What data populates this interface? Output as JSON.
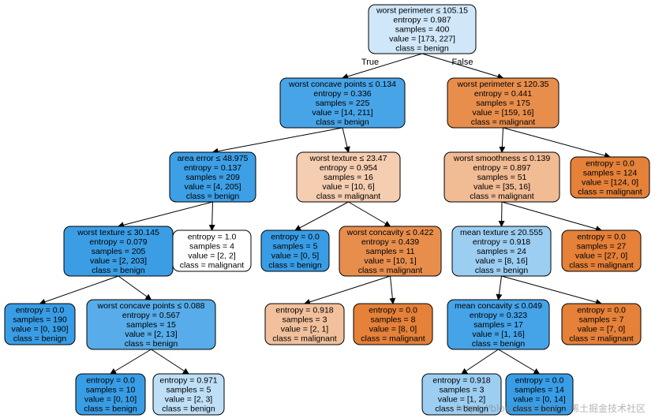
{
  "palette": {
    "blue": "#399de5",
    "orange": "#e58139",
    "edge": "#000000",
    "border": "#000000"
  },
  "edge_labels": {
    "true_label": "True",
    "false_label": "False"
  },
  "watermark": "https://blog.csdn.net/... 稀土掘金技术社区",
  "nodes": [
    {
      "id": "n0",
      "lines": [
        "worst perimeter ≤ 105.15",
        "entropy = 0.987",
        "samples = 400",
        "value = [173, 227]",
        "class = benign"
      ],
      "class": "benign",
      "purity": 0.24
    },
    {
      "id": "n1",
      "lines": [
        "worst concave points ≤ 0.134",
        "entropy = 0.336",
        "samples = 225",
        "value = [14, 211]",
        "class = benign"
      ],
      "class": "benign",
      "purity": 0.93
    },
    {
      "id": "n2",
      "lines": [
        "worst perimeter ≤ 120.35",
        "entropy = 0.441",
        "samples = 175",
        "value = [159, 16]",
        "class = malignant"
      ],
      "class": "malignant",
      "purity": 0.9
    },
    {
      "id": "n3",
      "lines": [
        "area error ≤ 48.975",
        "entropy = 0.137",
        "samples = 209",
        "value = [4, 205]",
        "class = benign"
      ],
      "class": "benign",
      "purity": 0.98
    },
    {
      "id": "n4",
      "lines": [
        "worst texture ≤ 23.47",
        "entropy = 0.954",
        "samples = 16",
        "value = [10, 6]",
        "class = malignant"
      ],
      "class": "malignant",
      "purity": 0.4
    },
    {
      "id": "n5",
      "lines": [
        "worst smoothness ≤ 0.139",
        "entropy = 0.897",
        "samples = 51",
        "value = [35, 16]",
        "class = malignant"
      ],
      "class": "malignant",
      "purity": 0.54
    },
    {
      "id": "n6",
      "lines": [
        "entropy = 0.0",
        "samples = 124",
        "value = [124, 0]",
        "class = malignant"
      ],
      "class": "malignant",
      "purity": 1.0
    },
    {
      "id": "n7",
      "lines": [
        "worst texture ≤ 30.145",
        "entropy = 0.079",
        "samples = 205",
        "value = [2, 203]",
        "class = benign"
      ],
      "class": "benign",
      "purity": 0.99
    },
    {
      "id": "n8",
      "lines": [
        "entropy = 1.0",
        "samples = 4",
        "value = [2, 2]",
        "class = malignant"
      ],
      "class": "malignant",
      "purity": 0.0
    },
    {
      "id": "n9",
      "lines": [
        "entropy = 0.0",
        "samples = 5",
        "value = [0, 5]",
        "class = benign"
      ],
      "class": "benign",
      "purity": 1.0
    },
    {
      "id": "n10",
      "lines": [
        "worst concavity ≤ 0.422",
        "entropy = 0.439",
        "samples = 11",
        "value = [10, 1]",
        "class = malignant"
      ],
      "class": "malignant",
      "purity": 0.9
    },
    {
      "id": "n11",
      "lines": [
        "mean texture ≤ 20.555",
        "entropy = 0.918",
        "samples = 24",
        "value = [8, 16]",
        "class = benign"
      ],
      "class": "benign",
      "purity": 0.5
    },
    {
      "id": "n12",
      "lines": [
        "entropy = 0.0",
        "samples = 27",
        "value = [27, 0]",
        "class = malignant"
      ],
      "class": "malignant",
      "purity": 1.0
    },
    {
      "id": "n13",
      "lines": [
        "entropy = 0.0",
        "samples = 190",
        "value = [0, 190]",
        "class = benign"
      ],
      "class": "benign",
      "purity": 1.0
    },
    {
      "id": "n14",
      "lines": [
        "worst concave points ≤ 0.088",
        "entropy = 0.567",
        "samples = 15",
        "value = [2, 13]",
        "class = benign"
      ],
      "class": "benign",
      "purity": 0.85
    },
    {
      "id": "n15",
      "lines": [
        "entropy = 0.918",
        "samples = 3",
        "value = [2, 1]",
        "class = malignant"
      ],
      "class": "malignant",
      "purity": 0.5
    },
    {
      "id": "n16",
      "lines": [
        "entropy = 0.0",
        "samples = 8",
        "value = [8, 0]",
        "class = malignant"
      ],
      "class": "malignant",
      "purity": 1.0
    },
    {
      "id": "n17",
      "lines": [
        "mean concavity ≤ 0.049",
        "entropy = 0.323",
        "samples = 17",
        "value = [1, 16]",
        "class = benign"
      ],
      "class": "benign",
      "purity": 0.94
    },
    {
      "id": "n18",
      "lines": [
        "entropy = 0.0",
        "samples = 7",
        "value = [7, 0]",
        "class = malignant"
      ],
      "class": "malignant",
      "purity": 1.0
    },
    {
      "id": "n19",
      "lines": [
        "entropy = 0.0",
        "samples = 10",
        "value = [0, 10]",
        "class = benign"
      ],
      "class": "benign",
      "purity": 1.0
    },
    {
      "id": "n20",
      "lines": [
        "entropy = 0.971",
        "samples = 5",
        "value = [2, 3]",
        "class = benign"
      ],
      "class": "benign",
      "purity": 0.33
    },
    {
      "id": "n21",
      "lines": [
        "entropy = 0.918",
        "samples = 3",
        "value = [1, 2]",
        "class = benign"
      ],
      "class": "benign",
      "purity": 0.5
    },
    {
      "id": "n22",
      "lines": [
        "entropy = 0.0",
        "samples = 14",
        "value = [0, 14]",
        "class = benign"
      ],
      "class": "benign",
      "purity": 1.0
    }
  ],
  "edges": [
    {
      "from": "n0",
      "to": "n1",
      "label": "true_label"
    },
    {
      "from": "n0",
      "to": "n2",
      "label": "false_label"
    },
    {
      "from": "n1",
      "to": "n3"
    },
    {
      "from": "n1",
      "to": "n4"
    },
    {
      "from": "n2",
      "to": "n5"
    },
    {
      "from": "n2",
      "to": "n6"
    },
    {
      "from": "n3",
      "to": "n7"
    },
    {
      "from": "n3",
      "to": "n8"
    },
    {
      "from": "n4",
      "to": "n9"
    },
    {
      "from": "n4",
      "to": "n10"
    },
    {
      "from": "n5",
      "to": "n11"
    },
    {
      "from": "n5",
      "to": "n12"
    },
    {
      "from": "n7",
      "to": "n13"
    },
    {
      "from": "n7",
      "to": "n14"
    },
    {
      "from": "n10",
      "to": "n15"
    },
    {
      "from": "n10",
      "to": "n16"
    },
    {
      "from": "n11",
      "to": "n17"
    },
    {
      "from": "n11",
      "to": "n18"
    },
    {
      "from": "n14",
      "to": "n19"
    },
    {
      "from": "n14",
      "to": "n20"
    },
    {
      "from": "n17",
      "to": "n21"
    },
    {
      "from": "n17",
      "to": "n22"
    }
  ]
}
